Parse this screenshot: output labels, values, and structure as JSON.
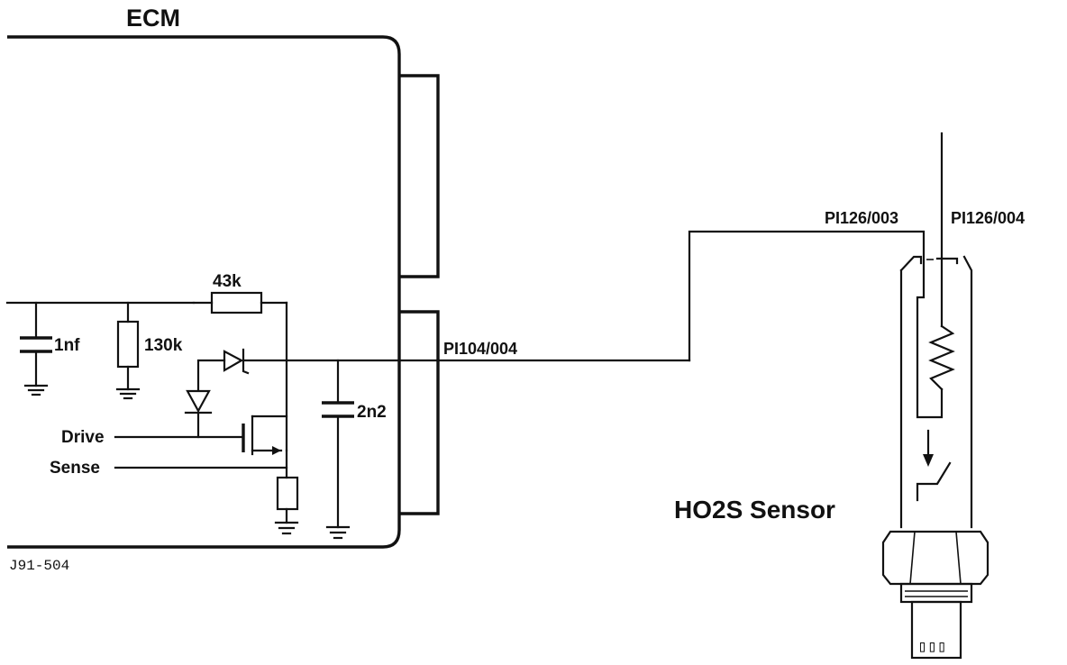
{
  "labels": {
    "ecm": "ECM",
    "r_43k": "43k",
    "c_1nf": "1nf",
    "r_130k": "130k",
    "c_2n2": "2n2",
    "drive": "Drive",
    "sense": "Sense",
    "pin_ecm": "PI104/004",
    "pin_003": "PI126/003",
    "pin_004": "PI126/004",
    "sensor": "HO2S Sensor",
    "figure_ref": "J91-504"
  },
  "icons": {
    "diode": "diode-icon",
    "capacitor": "capacitor-icon",
    "resistor": "resistor-icon",
    "ground": "ground-icon",
    "transistor": "transistor-icon",
    "heater": "heater-coil-icon",
    "switch": "switch-icon"
  }
}
